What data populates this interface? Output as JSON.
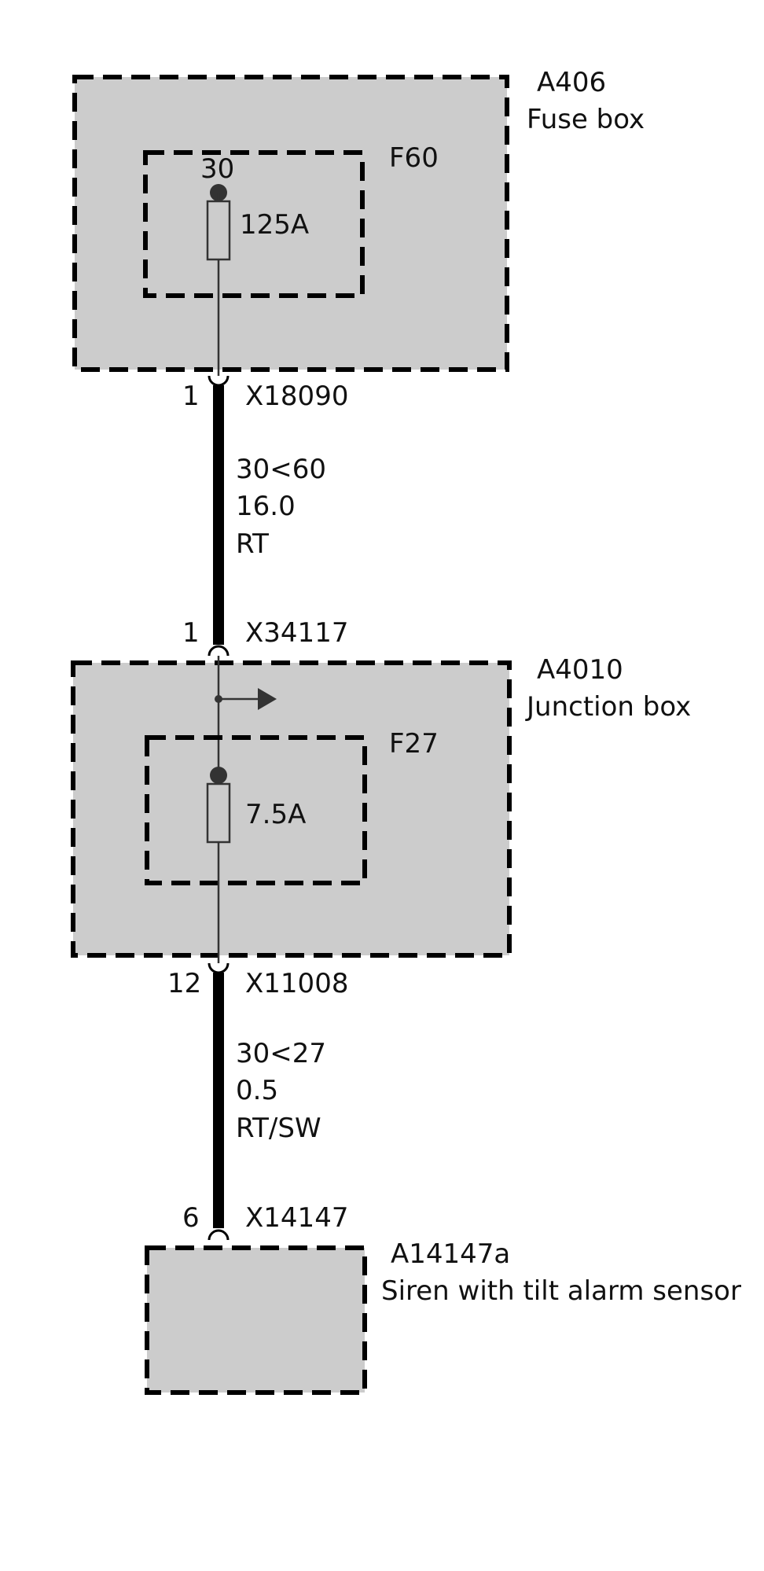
{
  "colors": {
    "box_fill": "#cccccc",
    "line": "#000000",
    "thin_line": "#333333",
    "text": "#111111"
  },
  "fuse_box": {
    "id": "A406",
    "name": "Fuse box",
    "fuse": {
      "id": "F60",
      "terminal": "30",
      "rating": "125A"
    }
  },
  "connector_1": {
    "pin": "1",
    "id": "X18090"
  },
  "wire_1": {
    "signal": "30<60",
    "size": "16.0",
    "color": "RT"
  },
  "connector_2": {
    "pin": "1",
    "id": "X34117"
  },
  "junction_box": {
    "id": "A4010",
    "name": "Junction box",
    "fuse": {
      "id": "F27",
      "rating": "7.5A"
    }
  },
  "connector_3": {
    "pin": "12",
    "id": "X11008"
  },
  "wire_2": {
    "signal": "30<27",
    "size": "0.5",
    "color": "RT/SW"
  },
  "connector_4": {
    "pin": "6",
    "id": "X14147"
  },
  "siren": {
    "id": "A14147a",
    "name": "Siren with tilt alarm sensor"
  }
}
